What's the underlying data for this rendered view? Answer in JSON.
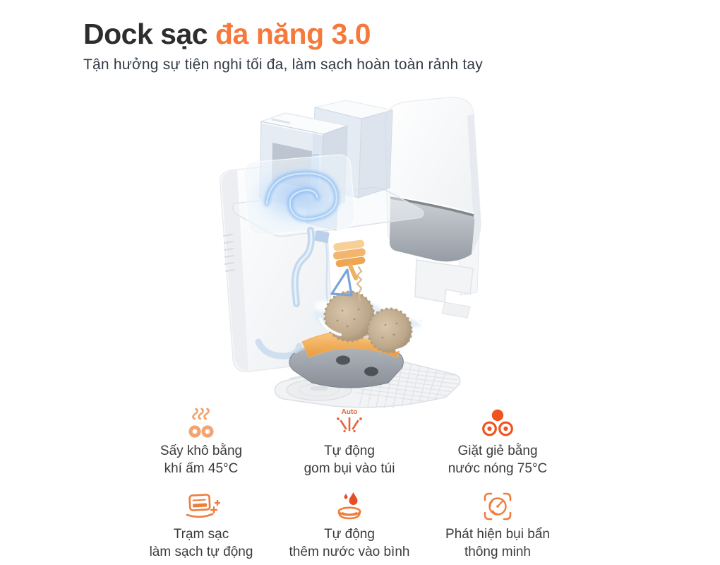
{
  "theme": {
    "accent_orange": "#f4793b",
    "deep_orange": "#f0531f",
    "soft_orange": "#f2a471",
    "outline_orange": "#ee7d3d",
    "title_color": "#2d2d2d",
    "subtitle_color": "#333b46",
    "body_text_color": "#3b3b3b",
    "background": "#ffffff"
  },
  "header": {
    "title_main": "Dock sạc",
    "title_accent": "đa năng 3.0",
    "subtitle": "Tận hưởng sự tiện nghi tối đa, làm sạch hoàn toàn rảnh tay"
  },
  "product": {
    "description": "exploded view of multi-function charging dock"
  },
  "features": [
    {
      "icon": "warm-air-dry-icon",
      "lines": [
        "Sấy khô bằng",
        "khí ấm 45°C"
      ]
    },
    {
      "icon": "auto-dust-collect-icon",
      "icon_label": "Auto",
      "lines": [
        "Tự động",
        "gom bụi vào túi"
      ]
    },
    {
      "icon": "hot-water-mop-wash-icon",
      "lines": [
        "Giặt giẻ bằng",
        "nước nóng 75°C"
      ]
    },
    {
      "icon": "self-clean-dock-icon",
      "lines": [
        "Trạm sạc",
        "làm sạch tự động"
      ]
    },
    {
      "icon": "auto-water-refill-icon",
      "lines": [
        "Tự động",
        "thêm nước vào bình"
      ]
    },
    {
      "icon": "smart-dirt-detection-icon",
      "lines": [
        "Phát hiện bụi bẩn",
        "thông minh"
      ]
    }
  ]
}
